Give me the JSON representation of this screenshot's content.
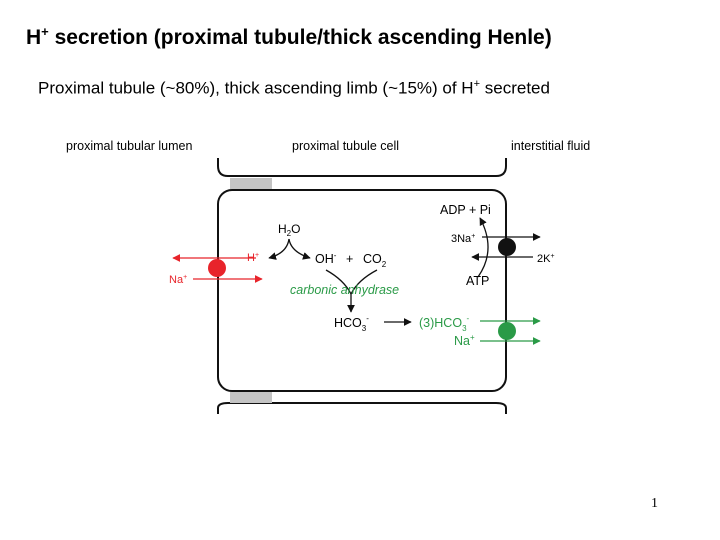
{
  "slide": {
    "title": {
      "base": "H",
      "sup": "+",
      "rest": " secretion (proximal tubule/thick ascending Henle)"
    },
    "subtitle": {
      "main": "Proximal tubule (~80%), thick ascending limb (~15%) of H",
      "sup": "+",
      "rest": " secreted"
    },
    "page_number": "1"
  },
  "diagram": {
    "regions": {
      "lumen": "proximal tubular lumen",
      "cell": "proximal tubule cell",
      "interstitial": "interstitial fluid"
    },
    "apical": {
      "h_ion": {
        "base": "H",
        "sup": "+"
      },
      "na_ion": {
        "base": "Na",
        "sup": "+"
      }
    },
    "reaction": {
      "water": {
        "base": "H",
        "sub": "2",
        "rest": "O"
      },
      "hydroxide": {
        "base": "OH",
        "sup": "-"
      },
      "plus": "+",
      "co2": {
        "base": "CO",
        "sub": "2"
      },
      "enzyme_part1": "carbonic",
      "enzyme_part2": "anhydrase",
      "bicarbonate": {
        "base": "HCO",
        "sub": "3",
        "sup": "-"
      }
    },
    "basolateral": {
      "adp_pi": "ADP + Pi",
      "na3": {
        "base": "3Na",
        "sup": "+"
      },
      "k2": {
        "base": "2K",
        "sup": "+"
      },
      "atp": "ATP",
      "hco3_cotransport": {
        "base": "(3)HCO",
        "sub": "3",
        "sup": "-"
      },
      "na_cotransport": {
        "base": "Na",
        "sup": "+"
      }
    },
    "colors": {
      "red": "#e8242b",
      "green": "#2a9a47",
      "black": "#111111",
      "gray_junction": "#c4c4c4"
    }
  }
}
